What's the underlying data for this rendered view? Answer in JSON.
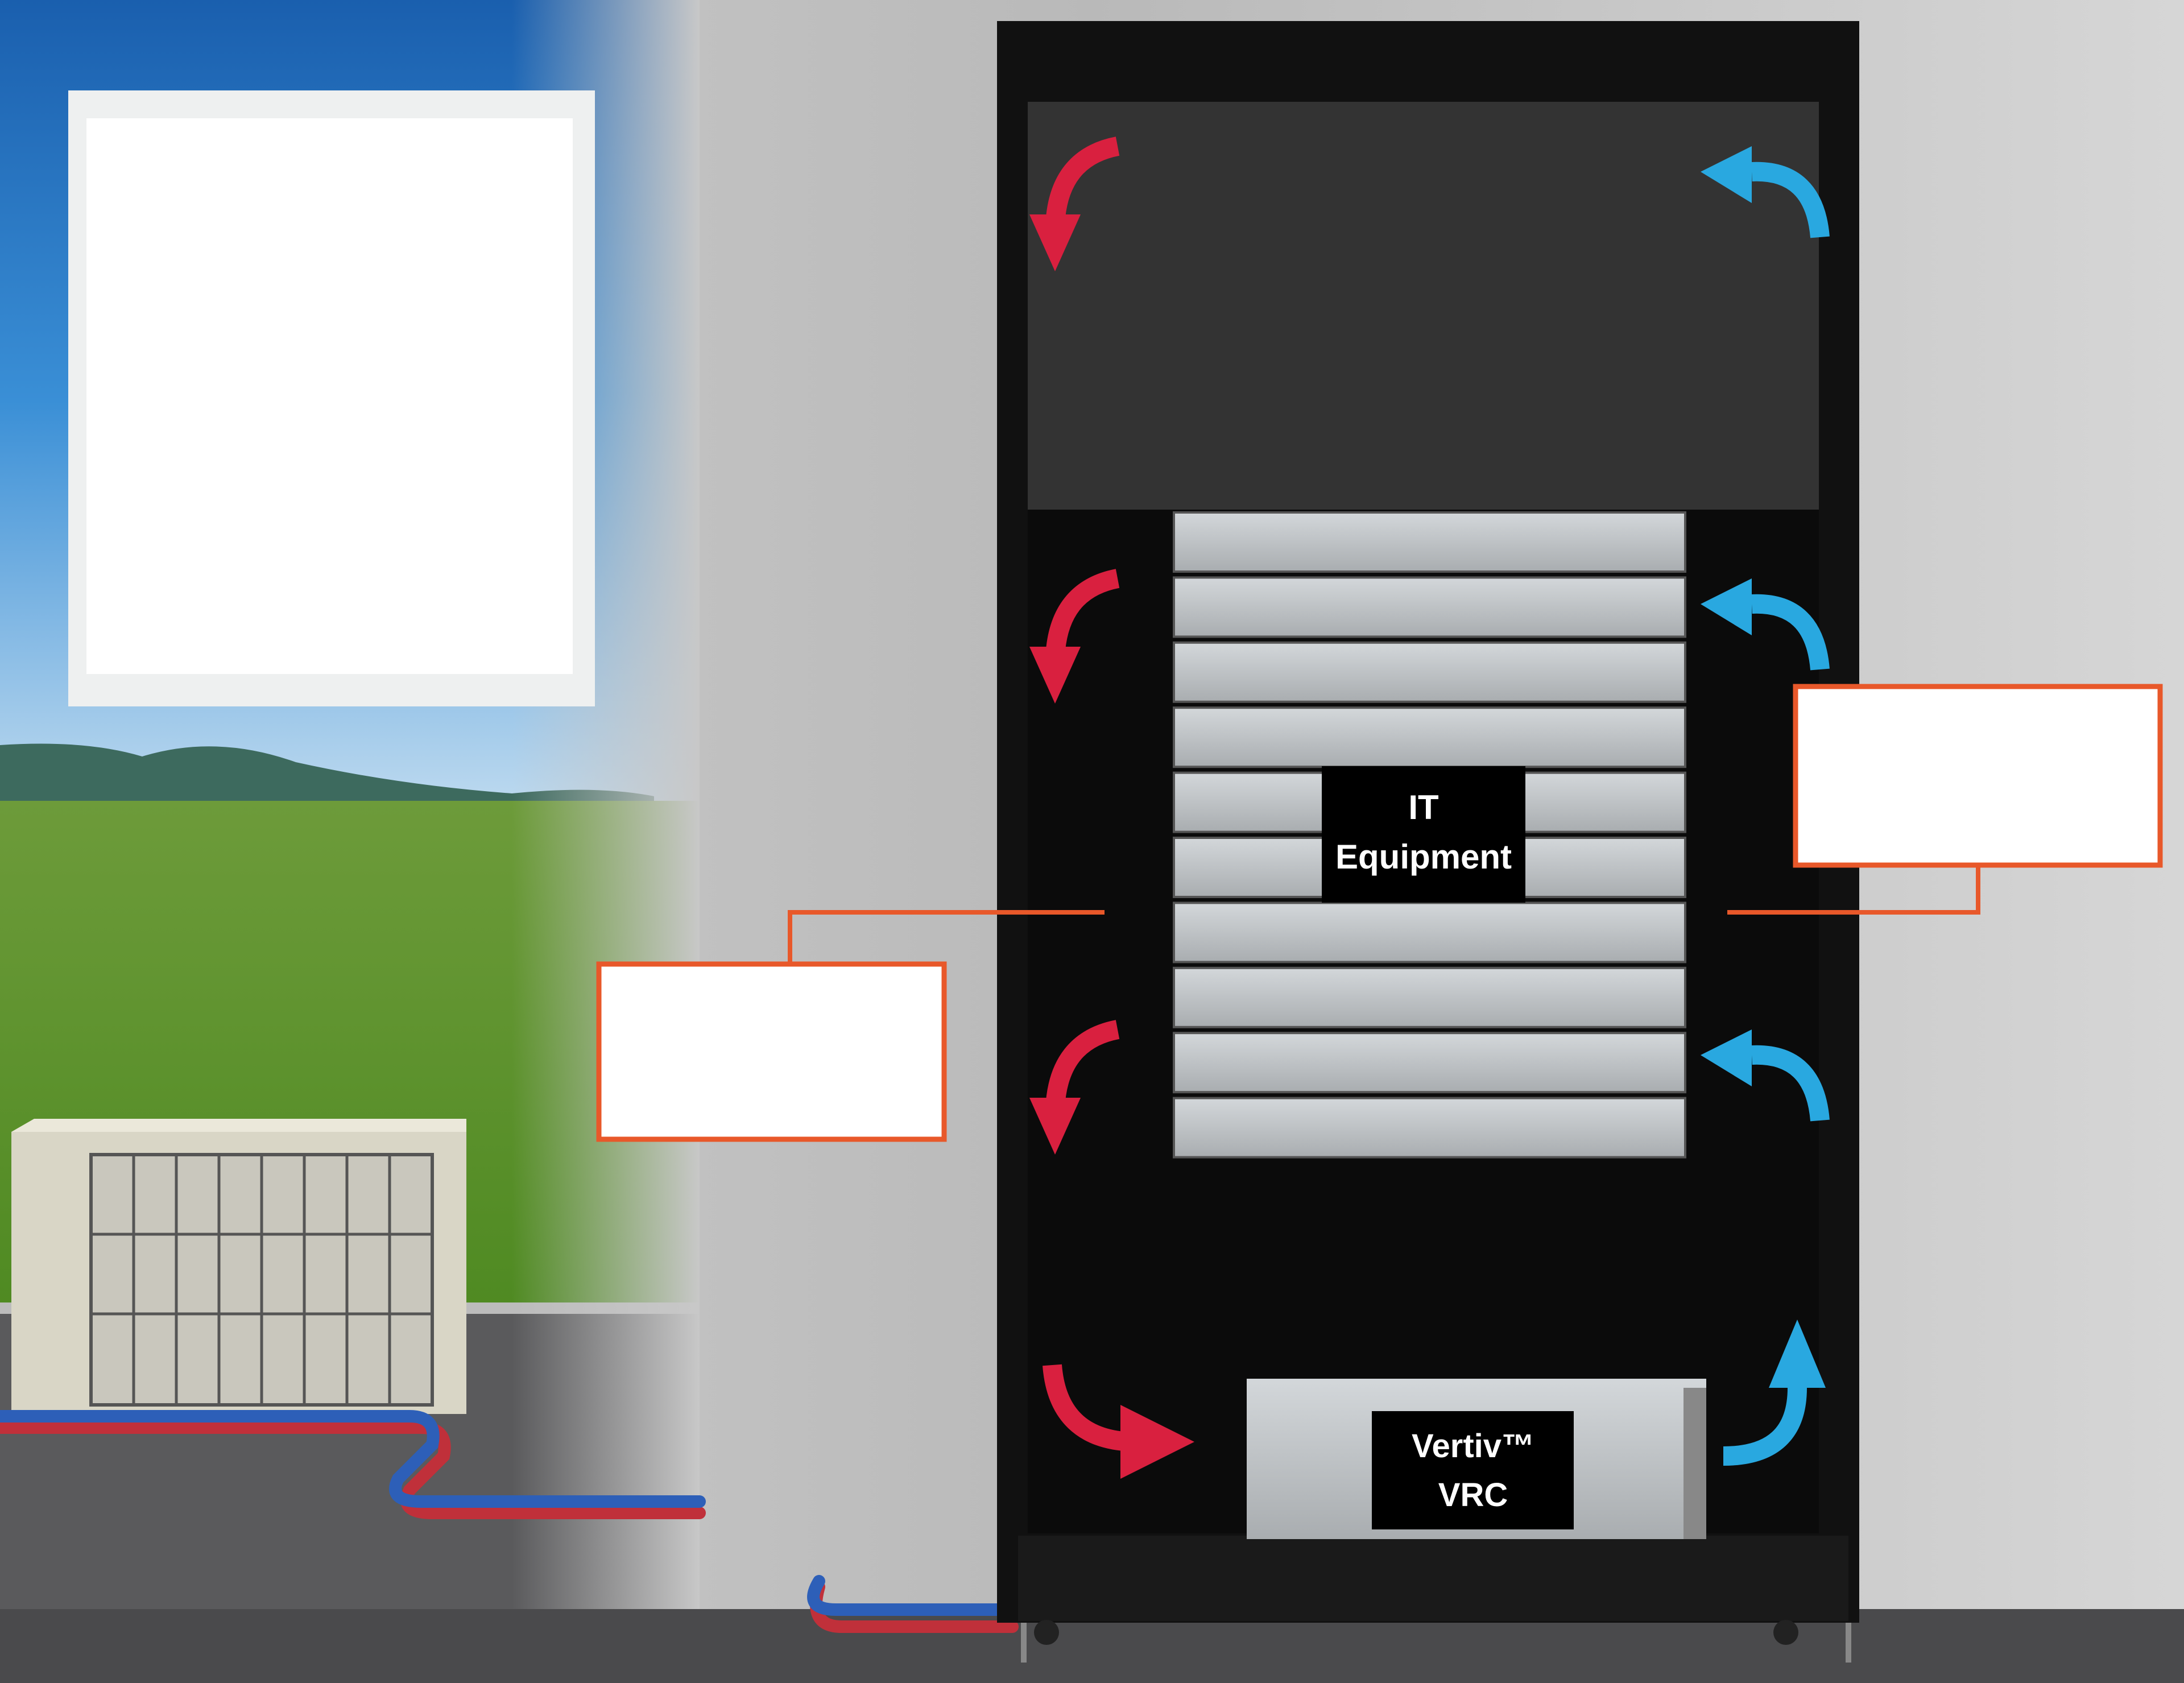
{
  "labels": {
    "it_line1": "IT",
    "it_line2": "Equipment",
    "vrc_line1": "Vertiv™",
    "vrc_line2": "VRC"
  },
  "colors": {
    "hot_air": "#d9203f",
    "cool_air": "#29a8e0",
    "callout": "#e8582a",
    "cabinet": "#111111"
  },
  "icons": {
    "hot_air_arrow": "curved-arrow-down",
    "cool_air_arrow": "curved-arrow-up"
  }
}
